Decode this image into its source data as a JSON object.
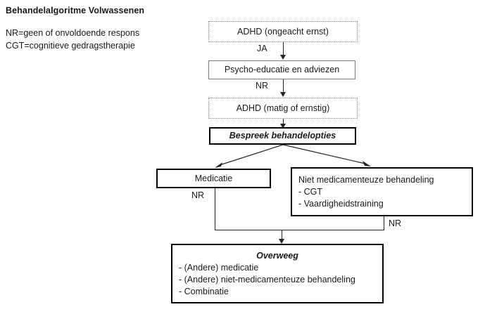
{
  "header": {
    "title": "Behandelalgoritme  Volwassenen",
    "legend_lines": [
      "NR=geen of onvoldoende respons",
      "CGT=cognitieve gedragstherapie"
    ]
  },
  "nodes": {
    "adhd_any": {
      "label": "ADHD (ongeacht ernst)",
      "border": "dotted"
    },
    "psycho_education": {
      "label": "Psycho-educatie en adviezen",
      "border": "solid-thin"
    },
    "adhd_moderate_severe": {
      "label": "ADHD (matig of ernstig)",
      "border": "dotted"
    },
    "discuss_options": {
      "label": "Bespreek behandelopties",
      "border": "solid-thick",
      "emphasis": "bold-italic"
    },
    "medication": {
      "label": "Medicatie",
      "border": "solid-thick"
    },
    "non_pharmacological": {
      "heading": "Niet medicamenteuze  behandeling",
      "items": [
        "- CGT",
        "- Vaardigheidstraining"
      ],
      "border": "solid-thick"
    },
    "consider": {
      "heading": "Overweeg",
      "items": [
        "- (Andere) medicatie",
        "- (Andere) niet-medicamenteuze  behandeling",
        "- Combinatie"
      ],
      "border": "solid-thick",
      "emphasis": "bold-italic"
    }
  },
  "edges": {
    "ja_label": "JA",
    "nr_label_1": "NR",
    "nr_label_medication": "NR",
    "nr_label_nonpharma": "NR"
  },
  "colors": {
    "background": "#ffffff",
    "text": "#1a1a1a",
    "line": "#222222",
    "dotted_border": "#8c8c8c",
    "thin_border": "#7a7a7a",
    "thick_border": "#000000"
  }
}
